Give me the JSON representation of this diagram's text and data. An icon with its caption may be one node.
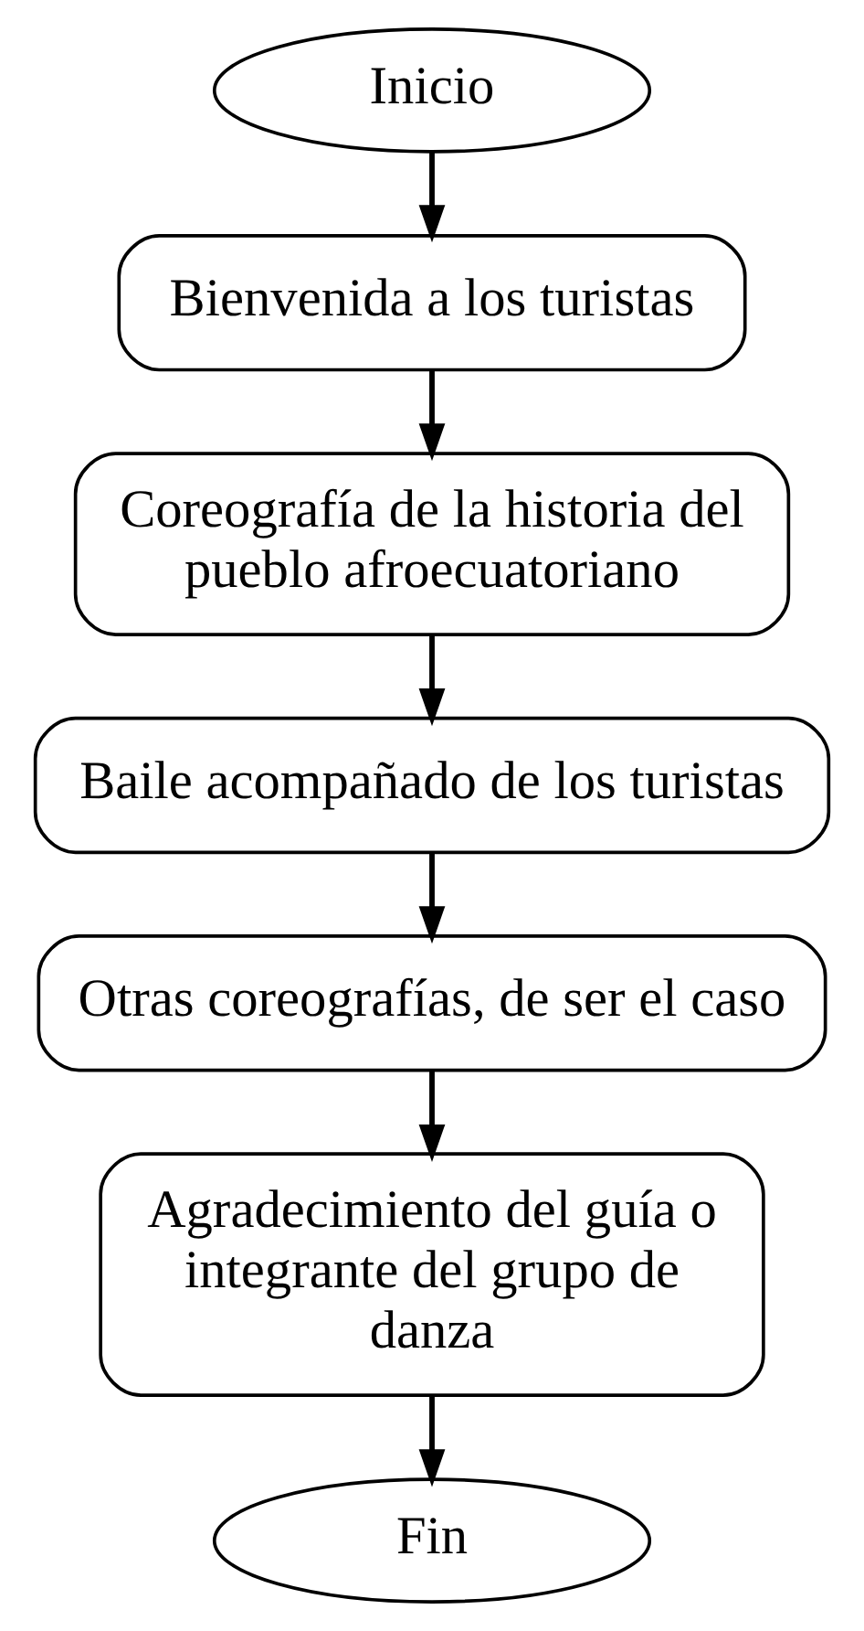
{
  "diagram": {
    "nodes": [
      {
        "text": [
          "Inicio"
        ]
      },
      {
        "text": [
          "Bienvenida a los turistas"
        ]
      },
      {
        "text": [
          "Coreografía de la historia del pueblo afroecuatoriano"
        ]
      },
      {
        "text": [
          "Baile acompañado de los turistas"
        ]
      },
      {
        "text": [
          "Otras coreografías, de ser el caso"
        ]
      },
      {
        "text": [
          "Agradecimiento del guía o integrante del grupo de danza"
        ]
      },
      {
        "text": [
          "Fin"
        ]
      }
    ],
    "edges": [
      {
        "from": 0,
        "to": 1,
        "arrow": "to"
      },
      {
        "from": 1,
        "to": 2,
        "arrow": "to"
      },
      {
        "from": 2,
        "to": 3,
        "arrow": "to"
      },
      {
        "from": 3,
        "to": 4,
        "arrow": "to"
      },
      {
        "from": 4,
        "to": 5,
        "arrow": "to"
      },
      {
        "from": 5,
        "to": 6,
        "arrow": "to"
      }
    ]
  }
}
